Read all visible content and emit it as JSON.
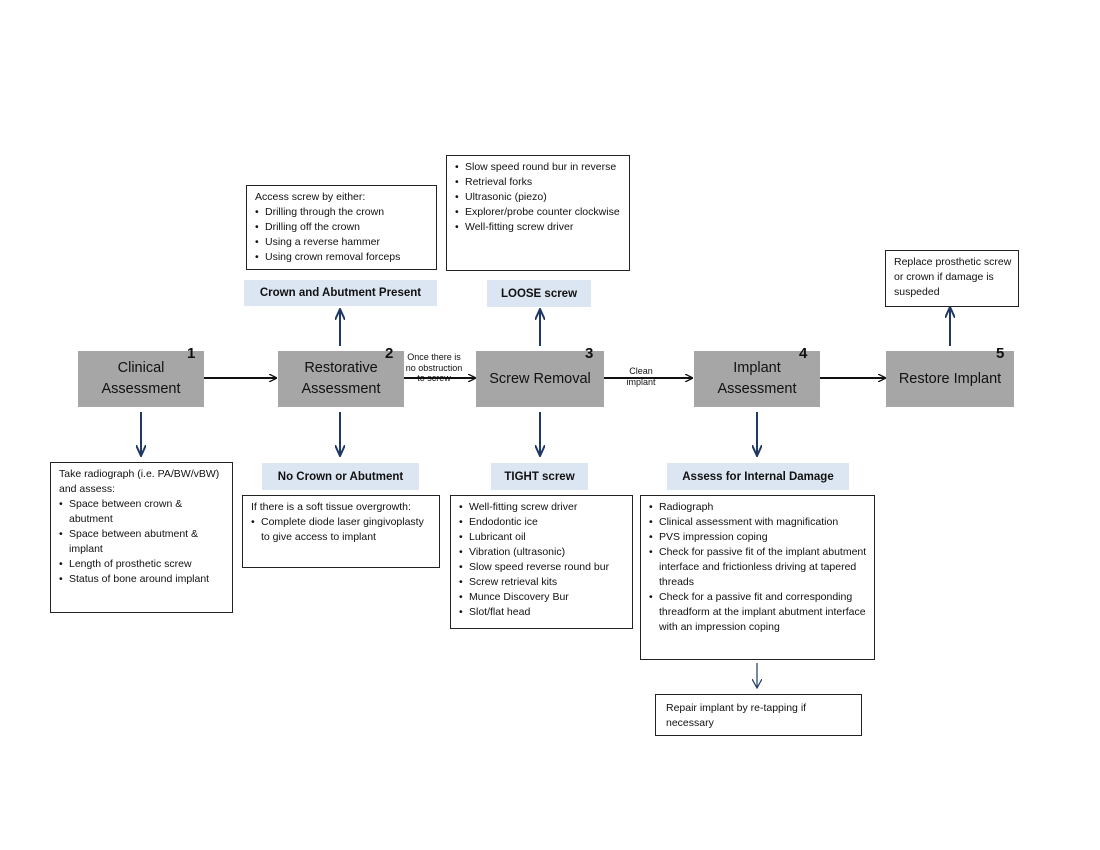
{
  "steps": [
    {
      "label": "Clinical Assessment",
      "number": "1"
    },
    {
      "label": "Restorative Assessment",
      "number": "2"
    },
    {
      "label": "Screw Removal",
      "number": "3"
    },
    {
      "label": "Implant Assessment",
      "number": "4"
    },
    {
      "label": "Restore Implant",
      "number": "5"
    }
  ],
  "connectors": {
    "restorative_to_removal": "Once there is no obstruction to screw",
    "removal_to_implant": "Clean implant"
  },
  "labels": {
    "crown_present": "Crown and Abutment Present",
    "no_crown": "No Crown or Abutment",
    "loose_screw": "LOOSE screw",
    "tight_screw": "TIGHT screw",
    "internal_damage": "Assess for Internal Damage"
  },
  "boxes": {
    "radiograph": {
      "intro": "Take radiograph (i.e. PA/BW/vBW) and assess:",
      "items": [
        "Space between crown & abutment",
        "Space between abutment & implant",
        "Length of prosthetic screw",
        "Status of bone around implant"
      ]
    },
    "access": {
      "intro": "Access screw by either:",
      "items": [
        "Drilling through the crown",
        "Drilling off the crown",
        "Using a reverse hammer",
        "Using crown removal forceps"
      ]
    },
    "soft_tissue": {
      "intro": "If there is a soft tissue overgrowth:",
      "items": [
        "Complete diode laser gingivoplasty to give access to implant"
      ]
    },
    "loose": {
      "items": [
        "Slow speed round bur in reverse",
        "Retrieval forks",
        "Ultrasonic (piezo)",
        "Explorer/probe counter clockwise",
        "Well-fitting screw driver"
      ]
    },
    "tight": {
      "items": [
        "Well-fitting screw driver",
        "Endodontic ice",
        "Lubricant oil",
        "Vibration (ultrasonic)",
        "Slow speed reverse round bur",
        "Screw retrieval kits",
        "Munce Discovery Bur",
        "Slot/flat head"
      ]
    },
    "damage": {
      "items": [
        "Radiograph",
        "Clinical assessment with magnification",
        "PVS impression coping",
        "Check for passive fit of the implant abutment interface and frictionless driving at tapered threads",
        "Check for a passive fit and corresponding threadform at the implant abutment interface with an impression coping"
      ]
    },
    "repair": {
      "text": "Repair implant by re-tapping if necessary"
    },
    "replace": {
      "text": "Replace prosthetic screw or crown if damage is suspeded"
    }
  }
}
